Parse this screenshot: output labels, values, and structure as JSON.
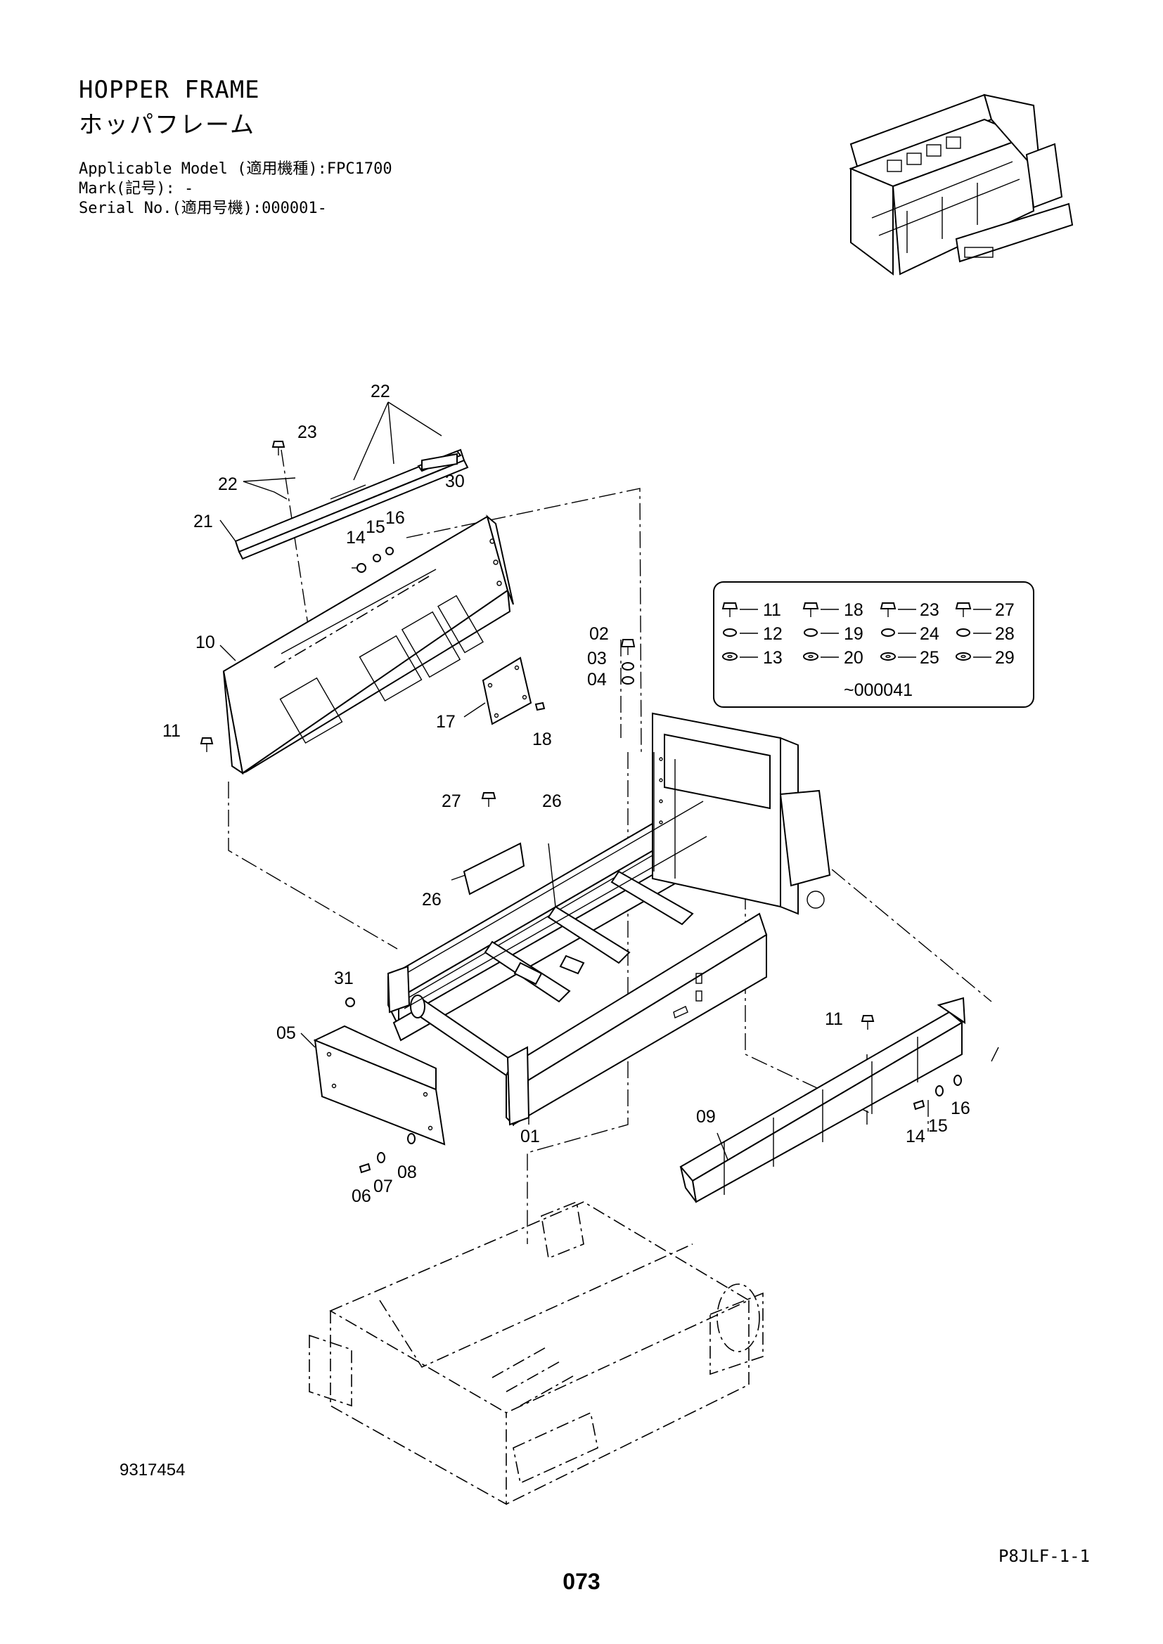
{
  "header": {
    "title": "HOPPER FRAME",
    "title_jp": "ホッパフレーム",
    "applicable_model": "Applicable Model (適用機種):FPC1700",
    "mark": "Mark(記号): -",
    "serial_no": "Serial No.(適用号機):000001-"
  },
  "parts_callouts": {
    "p22": "22",
    "p23": "23",
    "p30": "30",
    "p21": "21",
    "p14": "14",
    "p15": "15",
    "p16": "16",
    "p10": "10",
    "p11": "11",
    "p17": "17",
    "p18": "18",
    "p02": "02",
    "p03": "03",
    "p04": "04",
    "p27": "27",
    "p26": "26",
    "p31": "31",
    "p05": "05",
    "p01": "01",
    "p06": "06",
    "p07": "07",
    "p08": "08",
    "p09": "09"
  },
  "legend": {
    "rows": [
      [
        "11",
        "18",
        "23",
        "27"
      ],
      [
        "12",
        "19",
        "24",
        "28"
      ],
      [
        "13",
        "20",
        "25",
        "29"
      ]
    ],
    "serial_range": "~000041"
  },
  "footer": {
    "drawing_number": "9317454",
    "sheet_code": "P8JLF-1-1",
    "page_number": "073"
  }
}
